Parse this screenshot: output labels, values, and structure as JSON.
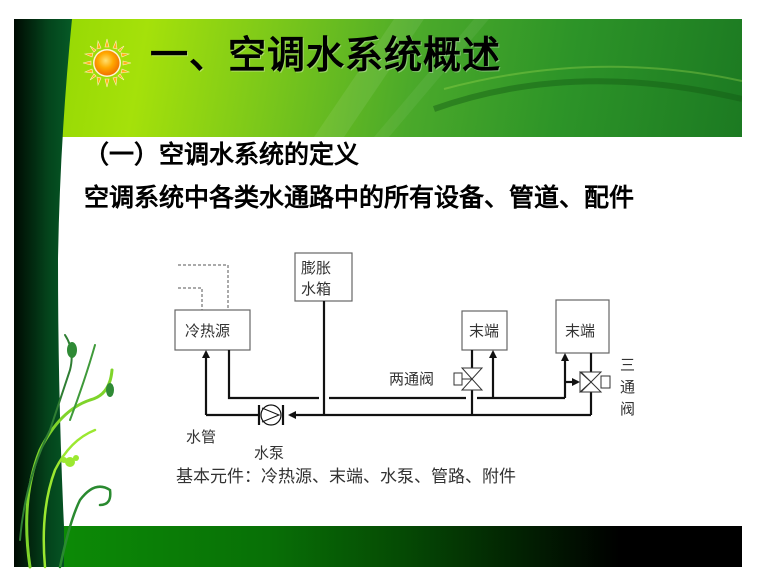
{
  "slide": {
    "title": "一、空调水系统概述",
    "subtitle": "（一）空调水系统的定义",
    "definition": "空调系统中各类水通路中的所有设备、管道、配件",
    "caption": "基本元件：冷热源、末端、水泵、管路、附件",
    "title_icon": "sun-icon",
    "colors": {
      "header_light": "#a5e10a",
      "header_dark": "#1c7a22",
      "left_band": "#045a25",
      "bottom_bar_start": "#0c8a06",
      "bottom_bar_end": "#000000",
      "diagram_line": "#111111",
      "diagram_text": "#333333"
    }
  },
  "diagram": {
    "components": {
      "heat_source": "冷热源",
      "expansion_tank_line1": "膨胀",
      "expansion_tank_line2": "水箱",
      "terminal_1": "末端",
      "terminal_2": "末端",
      "two_way_valve": "两通阀",
      "three_way_valve_line1": "三",
      "three_way_valve_line2": "通",
      "three_way_valve_line3": "阀",
      "water_pipe": "水管",
      "pump": "水泵"
    }
  }
}
